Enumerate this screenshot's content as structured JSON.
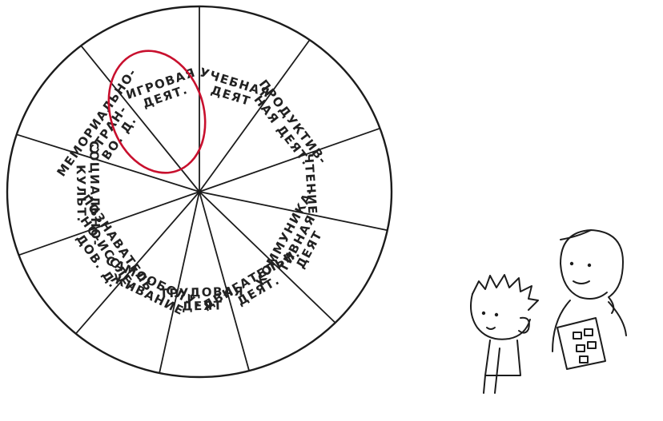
{
  "wheel": {
    "segments": [
      {
        "id": "uchebnaya",
        "lines": [
          "УЧЕБНАЯ",
          "ДЕЯТ"
        ]
      },
      {
        "id": "produktivnaya",
        "lines": [
          "ПРОДУКТИВ-",
          "НАЯ ДЕЯТ."
        ]
      },
      {
        "id": "chtenie",
        "lines": [
          "ЧТЕНИЕ"
        ]
      },
      {
        "id": "kommunikativnaya",
        "lines": [
          "КОММУНИКА-",
          "ТИВНАЯ",
          "ДЕЯТ"
        ]
      },
      {
        "id": "dvigatelnaya",
        "lines": [
          "ДВИГАТЕЛЬН.",
          "ДЕЯТ."
        ]
      },
      {
        "id": "trudovaya",
        "lines": [
          "ТРУДОВАЯ",
          "ДЕЯТ"
        ]
      },
      {
        "id": "samoobsluzhivanie",
        "lines": [
          "САМООБСЛУ-",
          "ЖИВАНИЕ"
        ]
      },
      {
        "id": "poznavatelno",
        "lines": [
          "ПОЗНАВАТЕЛЬ-",
          "НО-ИССЛЕ-",
          "ДОВ. Д."
        ]
      },
      {
        "id": "socialno",
        "lines": [
          "СОЦИАЛЬНО-",
          "КУЛЬТ."
        ]
      },
      {
        "id": "memoriz",
        "lines": [
          "МЕМОРИАЛЬНО-",
          "СТРАН-",
          "ВО. Д."
        ]
      },
      {
        "id": "igrovaya",
        "lines": [
          "ИГРОВАЯ",
          "ДЕЯТ."
        ]
      }
    ],
    "highlight_segment": "igrovaya",
    "highlight_color": "#c8102e",
    "ink_color": "#1c1c1c"
  }
}
